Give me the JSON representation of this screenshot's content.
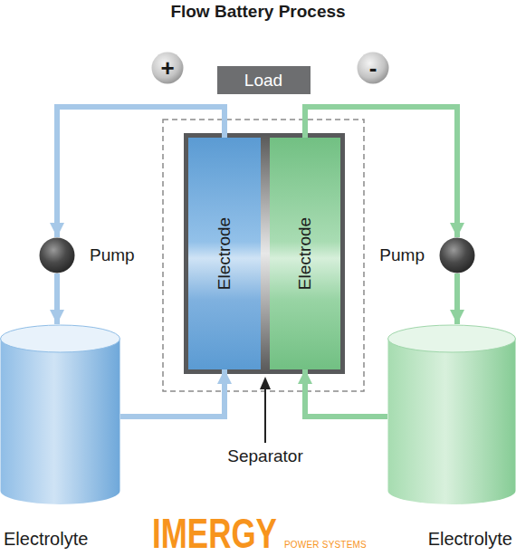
{
  "diagram": {
    "title": "Flow Battery Process",
    "nodes": [
      {
        "text": [
          "+"
        ]
      },
      {
        "text": [
          "Load"
        ]
      },
      {
        "text": [
          "-"
        ]
      },
      {
        "text": [
          "Electrode"
        ]
      },
      {
        "text": [
          "Electrode"
        ]
      },
      {
        "text": [
          "Pump"
        ]
      },
      {
        "text": [
          "Pump"
        ]
      },
      {
        "text": [
          "Electrolyte"
        ]
      },
      {
        "text": [
          "Electrolyte"
        ]
      }
    ],
    "edges": [
      {
        "from": 3,
        "to": 5,
        "arrow": "to"
      },
      {
        "from": 5,
        "to": 7,
        "arrow": "to"
      },
      {
        "from": 7,
        "to": 3,
        "arrow": "to"
      },
      {
        "from": 4,
        "to": 6,
        "arrow": "to"
      },
      {
        "from": 6,
        "to": 8,
        "arrow": "to"
      },
      {
        "from": 8,
        "to": 4,
        "arrow": "to"
      }
    ],
    "labels": [
      "Separator",
      "IMERGY",
      "POWER SYSTEMS"
    ]
  }
}
